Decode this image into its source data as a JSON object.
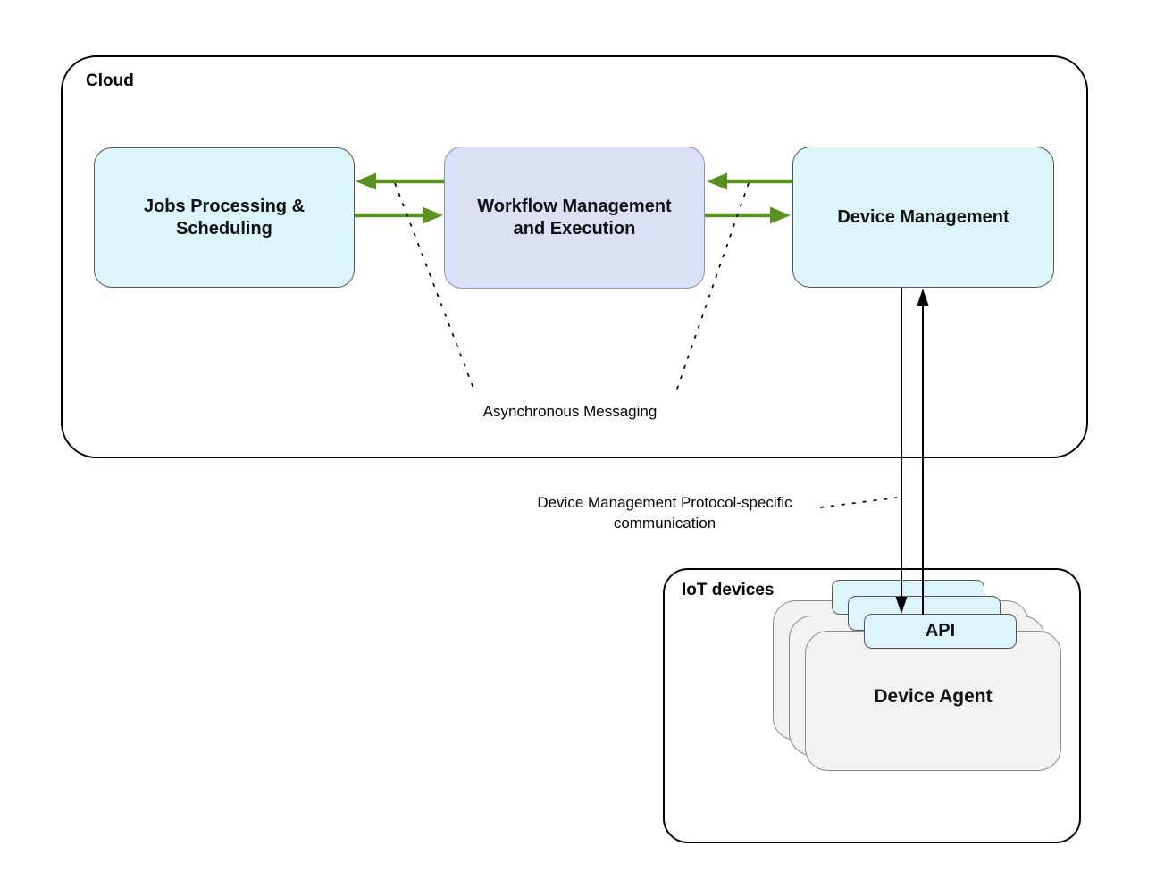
{
  "diagram": {
    "title_none": "",
    "cloud": {
      "label": "Cloud",
      "boxes": {
        "jobs": {
          "label": "Jobs Processing & Scheduling"
        },
        "workflow": {
          "label": "Workflow Management and Execution"
        },
        "device_management": {
          "label": "Device Management"
        }
      }
    },
    "annotations": {
      "async_messaging": "Asynchronous Messaging",
      "dm_protocol_line1": "Device Management Protocol-specific",
      "dm_protocol_line2": "communication"
    },
    "iot": {
      "label": "IoT devices",
      "api_label": "API",
      "agent_label": "Device Agent",
      "stacked_card_count": 3
    },
    "connections": [
      {
        "from": "workflow",
        "to": "jobs",
        "style": "green-arrow"
      },
      {
        "from": "jobs",
        "to": "workflow",
        "style": "green-arrow"
      },
      {
        "from": "device_management",
        "to": "workflow",
        "style": "green-arrow"
      },
      {
        "from": "workflow",
        "to": "device_management",
        "style": "green-arrow"
      },
      {
        "from": "device_management",
        "to": "iot_api",
        "style": "black-arrow-down"
      },
      {
        "from": "iot_api",
        "to": "device_management",
        "style": "black-arrow-up"
      }
    ],
    "colors": {
      "arrow_green": "#5a9122",
      "cyan_fill": "#dcf5fa",
      "cyan_border": "#565656",
      "lavender_fill": "#dbe0f7",
      "lavender_border": "#8492c8",
      "card_gray_fill": "#f2f2f2",
      "card_gray_border": "#8c8c8c",
      "line_black": "#000000",
      "text": "#111111",
      "background": "#ffffff"
    }
  }
}
